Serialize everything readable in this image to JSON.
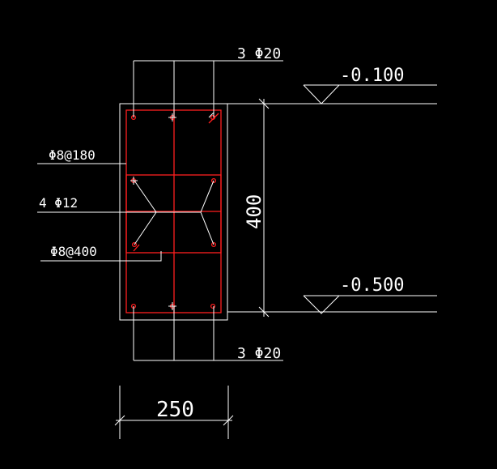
{
  "drawing": {
    "labels": {
      "top_rebar": "3 Φ20",
      "bottom_rebar": "3 Φ20",
      "stirrup": "Φ8@180",
      "side_rebar": "4 Φ12",
      "tie_rebar": "Φ8@400",
      "height_dim": "400",
      "width_dim": "250",
      "top_elevation": "-0.100",
      "bottom_elevation": "-0.500"
    },
    "colors": {
      "background": "#000000",
      "linework": "#ffffff",
      "rebar": "#ff1e1e"
    }
  }
}
